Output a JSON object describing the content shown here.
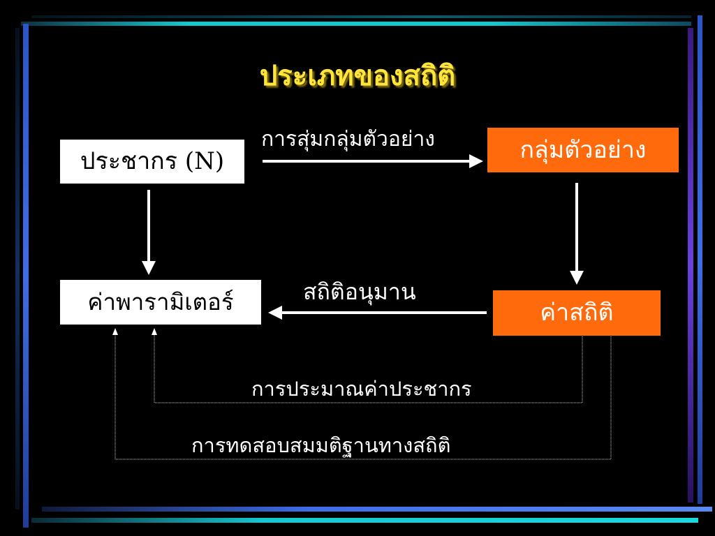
{
  "slide": {
    "title": "ประเภทของสถิติ",
    "colors": {
      "background": "#000000",
      "title": "#ffe43a",
      "orange_box": "#ff6a0d",
      "white_box": "#ffffff",
      "frame_cyan": "#14c8d2",
      "frame_blue": "#3d6ee6",
      "frame_violet": "#6a40e0"
    }
  },
  "nodes": {
    "population": "ประชากร (N)",
    "sample": "กลุ่มตัวอย่าง",
    "parameter": "ค่าพารามิเตอร์",
    "statistic": "ค่าสถิติ"
  },
  "edges": {
    "sampling": "การสุ่มกลุ่มตัวอย่าง",
    "inference": "สถิติอนุมาน",
    "estimation": "การประมาณค่าประชากร",
    "hypothesis_testing": "การทดสอบสมมติฐานทางสถิติ"
  }
}
